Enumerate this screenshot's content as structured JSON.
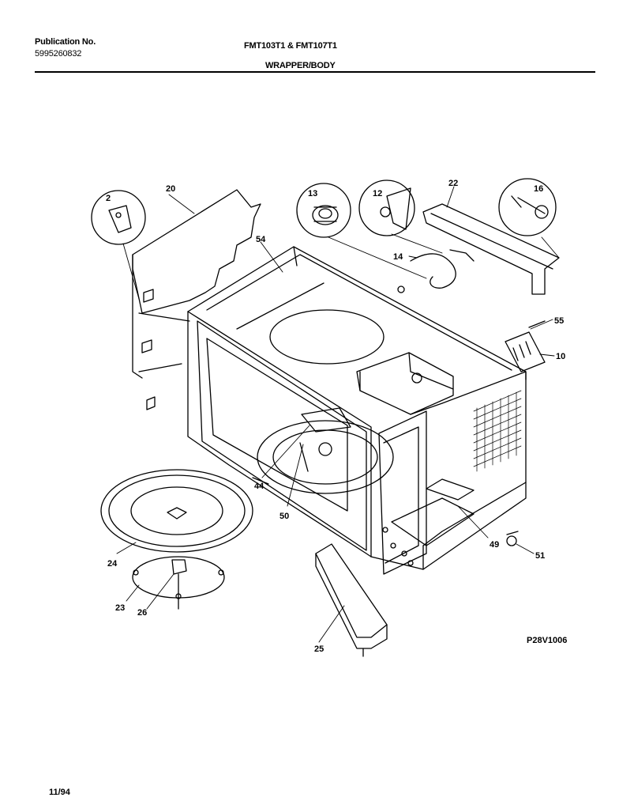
{
  "header": {
    "publication_label": "Publication No.",
    "publication_number": "5995260832",
    "model": "FMT103T1 & FMT107T1",
    "section": "WRAPPER/BODY"
  },
  "diagram_code": "P28V1006",
  "date": "11/94",
  "callouts": [
    "2",
    "20",
    "54",
    "13",
    "12",
    "22",
    "16",
    "14",
    "55",
    "10",
    "44",
    "50",
    "24",
    "23",
    "26",
    "25",
    "49",
    "51"
  ]
}
